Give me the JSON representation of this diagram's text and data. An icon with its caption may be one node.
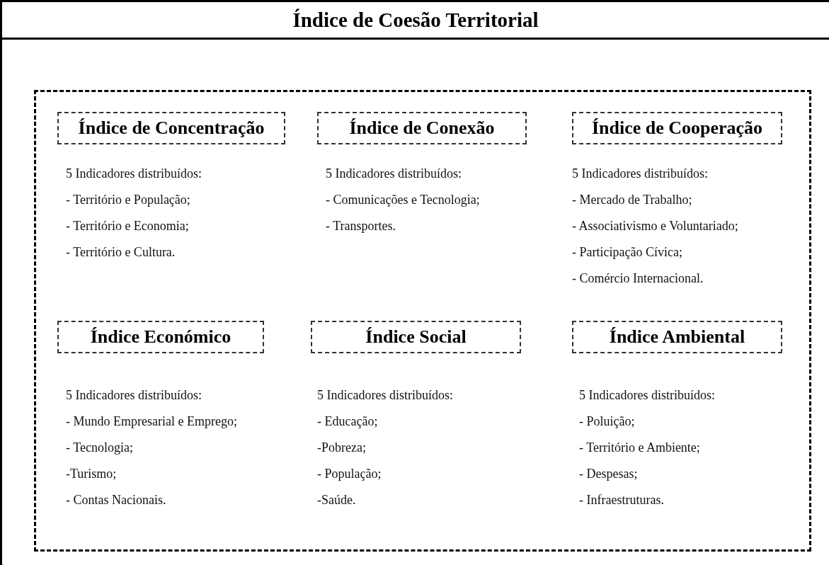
{
  "diagram": {
    "nodes": [
      {
        "text": [
          "Índice de Coesão Territorial"
        ]
      },
      {
        "text": [],
        "shape": "box",
        "in": 0
      },
      {
        "text": [
          "Índice de Concentração"
        ],
        "in": 1,
        "beside": [
          "5 Indicadores distribuídos:",
          "- Território e População;",
          "- Território e Economia;",
          "- Território e Cultura."
        ]
      },
      {
        "text": [
          "Índice de Conexão"
        ],
        "in": 1,
        "beside": [
          "5 Indicadores distribuídos:",
          "- Comunicações e Tecnologia;",
          "- Transportes."
        ]
      },
      {
        "text": [
          "Índice de Cooperação"
        ],
        "in": 1,
        "beside": [
          "5 Indicadores distribuídos:",
          "- Mercado de Trabalho;",
          "- Associativismo e Voluntariado;",
          "- Participação Cívica;",
          "- Comércio Internacional."
        ]
      },
      {
        "text": [
          "Índice Económico"
        ],
        "in": 1,
        "beside": [
          "5 Indicadores distribuídos:",
          "- Mundo Empresarial e Emprego;",
          "- Tecnologia;",
          "-Turismo;",
          "- Contas Nacionais."
        ]
      },
      {
        "text": [
          "Índice Social"
        ],
        "in": 1,
        "beside": [
          "5 Indicadores distribuídos:",
          "- Educação;",
          "-Pobreza;",
          "- População;",
          "-Saúde."
        ]
      },
      {
        "text": [
          "Índice Ambiental"
        ],
        "in": 1,
        "beside": [
          "5 Indicadores distribuídos:",
          "- Poluição;",
          "- Território e Ambiente;",
          "- Despesas;",
          "- Infraestruturas."
        ]
      }
    ],
    "edges": []
  }
}
